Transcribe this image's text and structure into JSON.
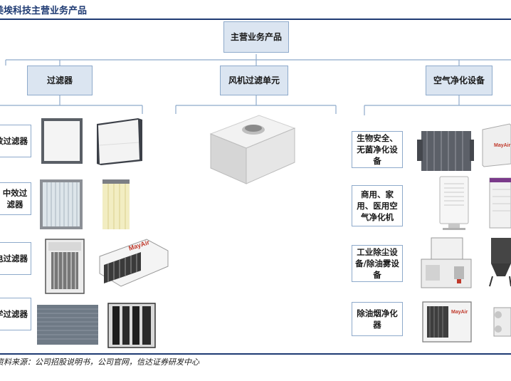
{
  "header": {
    "title": "美埃科技主营业务产品"
  },
  "root": {
    "label": "主营业务产品"
  },
  "categories": [
    {
      "label": "过滤器"
    },
    {
      "label": "风机过滤单元"
    },
    {
      "label": "空气净化设备"
    }
  ],
  "filters": [
    {
      "label": "高效过滤器"
    },
    {
      "label": "中效过滤器"
    },
    {
      "label": "静电过滤器"
    },
    {
      "label": "化学过滤器"
    }
  ],
  "purifiers": [
    {
      "label": "生物安全、无菌净化设备"
    },
    {
      "label": "商用、家用、医用空气净化机"
    },
    {
      "label": "工业除尘设备/除油雾设备"
    },
    {
      "label": "除油烟净化器"
    }
  ],
  "footer": {
    "source": "资料来源：公司招股说明书，公司官网，信达证券研发中心"
  },
  "colors": {
    "accent": "#1f3b73",
    "box_fill": "#dbe5f1",
    "box_border": "#8eaacb",
    "line": "#8eaacb"
  }
}
